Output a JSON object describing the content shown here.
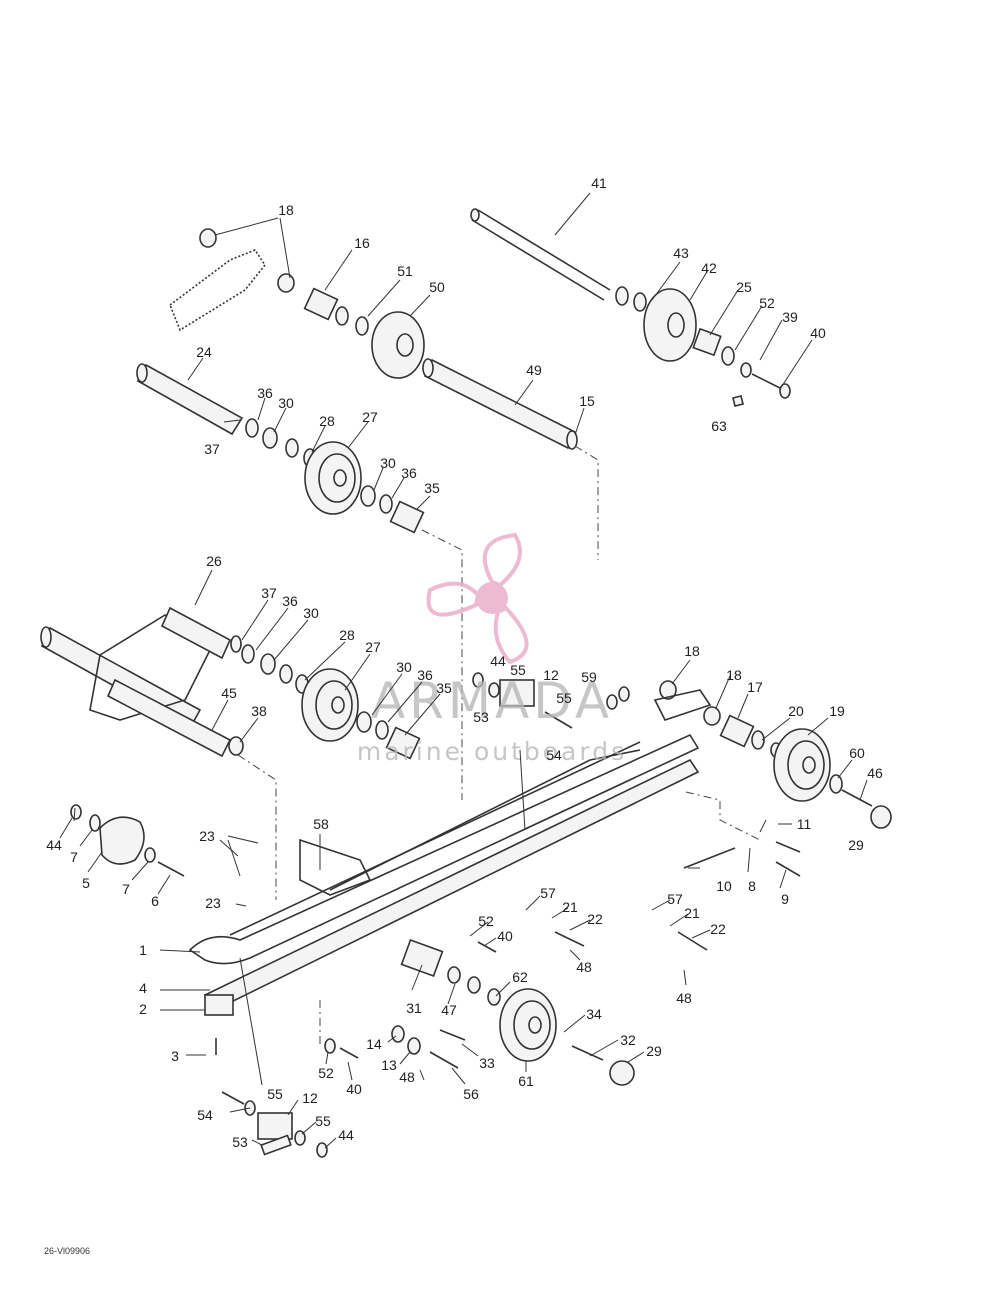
{
  "watermark": {
    "brand": "ARMADA",
    "tagline": "marine outboards",
    "color": "#e8a9c8"
  },
  "figure_code": "26-Vl09906",
  "callouts": [
    {
      "id": "c41",
      "text": "41"
    },
    {
      "id": "c18a",
      "text": "18"
    },
    {
      "id": "c16",
      "text": "16"
    },
    {
      "id": "c51",
      "text": "51"
    },
    {
      "id": "c50",
      "text": "50"
    },
    {
      "id": "c43",
      "text": "43"
    },
    {
      "id": "c42",
      "text": "42"
    },
    {
      "id": "c25",
      "text": "25"
    },
    {
      "id": "c52a",
      "text": "52"
    },
    {
      "id": "c39",
      "text": "39"
    },
    {
      "id": "c40a",
      "text": "40"
    },
    {
      "id": "c63",
      "text": "63"
    },
    {
      "id": "c24",
      "text": "24"
    },
    {
      "id": "c36a",
      "text": "36"
    },
    {
      "id": "c30a",
      "text": "30"
    },
    {
      "id": "c28a",
      "text": "28"
    },
    {
      "id": "c27a",
      "text": "27"
    },
    {
      "id": "c37a",
      "text": "37"
    },
    {
      "id": "c49",
      "text": "49"
    },
    {
      "id": "c15",
      "text": "15"
    },
    {
      "id": "c30b",
      "text": "30"
    },
    {
      "id": "c36b",
      "text": "36"
    },
    {
      "id": "c35a",
      "text": "35"
    },
    {
      "id": "c26",
      "text": "26"
    },
    {
      "id": "c37b",
      "text": "37"
    },
    {
      "id": "c36c",
      "text": "36"
    },
    {
      "id": "c30c",
      "text": "30"
    },
    {
      "id": "c28b",
      "text": "28"
    },
    {
      "id": "c27b",
      "text": "27"
    },
    {
      "id": "c45",
      "text": "45"
    },
    {
      "id": "c38",
      "text": "38"
    },
    {
      "id": "c30d",
      "text": "30"
    },
    {
      "id": "c36d",
      "text": "36"
    },
    {
      "id": "c35b",
      "text": "35"
    },
    {
      "id": "c44a",
      "text": "44"
    },
    {
      "id": "c55a",
      "text": "55"
    },
    {
      "id": "c12a",
      "text": "12"
    },
    {
      "id": "c55b",
      "text": "55"
    },
    {
      "id": "c53a",
      "text": "53"
    },
    {
      "id": "c54a",
      "text": "54"
    },
    {
      "id": "c59",
      "text": "59"
    },
    {
      "id": "c18b",
      "text": "18"
    },
    {
      "id": "c18c",
      "text": "18"
    },
    {
      "id": "c17",
      "text": "17"
    },
    {
      "id": "c20",
      "text": "20"
    },
    {
      "id": "c19",
      "text": "19"
    },
    {
      "id": "c60",
      "text": "60"
    },
    {
      "id": "c46",
      "text": "46"
    },
    {
      "id": "c29a",
      "text": "29"
    },
    {
      "id": "c11",
      "text": "11"
    },
    {
      "id": "c44b",
      "text": "44"
    },
    {
      "id": "c7a",
      "text": "7"
    },
    {
      "id": "c5",
      "text": "5"
    },
    {
      "id": "c7b",
      "text": "7"
    },
    {
      "id": "c6",
      "text": "6"
    },
    {
      "id": "c23a",
      "text": "23"
    },
    {
      "id": "c58",
      "text": "58"
    },
    {
      "id": "c23b",
      "text": "23"
    },
    {
      "id": "c10",
      "text": "10"
    },
    {
      "id": "c8",
      "text": "8"
    },
    {
      "id": "c9",
      "text": "9"
    },
    {
      "id": "c57a",
      "text": "57"
    },
    {
      "id": "c57b",
      "text": "57"
    },
    {
      "id": "c21a",
      "text": "21"
    },
    {
      "id": "c22a",
      "text": "22"
    },
    {
      "id": "c21b",
      "text": "21"
    },
    {
      "id": "c22b",
      "text": "22"
    },
    {
      "id": "c52b",
      "text": "52"
    },
    {
      "id": "c40b",
      "text": "40"
    },
    {
      "id": "c48a",
      "text": "48"
    },
    {
      "id": "c48b",
      "text": "48"
    },
    {
      "id": "c1",
      "text": "1"
    },
    {
      "id": "c4",
      "text": "4"
    },
    {
      "id": "c2",
      "text": "2"
    },
    {
      "id": "c31",
      "text": "31"
    },
    {
      "id": "c47",
      "text": "47"
    },
    {
      "id": "c62",
      "text": "62"
    },
    {
      "id": "c34",
      "text": "34"
    },
    {
      "id": "c32",
      "text": "32"
    },
    {
      "id": "c29b",
      "text": "29"
    },
    {
      "id": "c3",
      "text": "3"
    },
    {
      "id": "c14",
      "text": "14"
    },
    {
      "id": "c13",
      "text": "13"
    },
    {
      "id": "c33",
      "text": "33"
    },
    {
      "id": "c52c",
      "text": "52"
    },
    {
      "id": "c40c",
      "text": "40"
    },
    {
      "id": "c48c",
      "text": "48"
    },
    {
      "id": "c56",
      "text": "56"
    },
    {
      "id": "c61",
      "text": "61"
    },
    {
      "id": "c55c",
      "text": "55"
    },
    {
      "id": "c12b",
      "text": "12"
    },
    {
      "id": "c54b",
      "text": "54"
    },
    {
      "id": "c55d",
      "text": "55"
    },
    {
      "id": "c53b",
      "text": "53"
    },
    {
      "id": "c44c",
      "text": "44"
    }
  ]
}
